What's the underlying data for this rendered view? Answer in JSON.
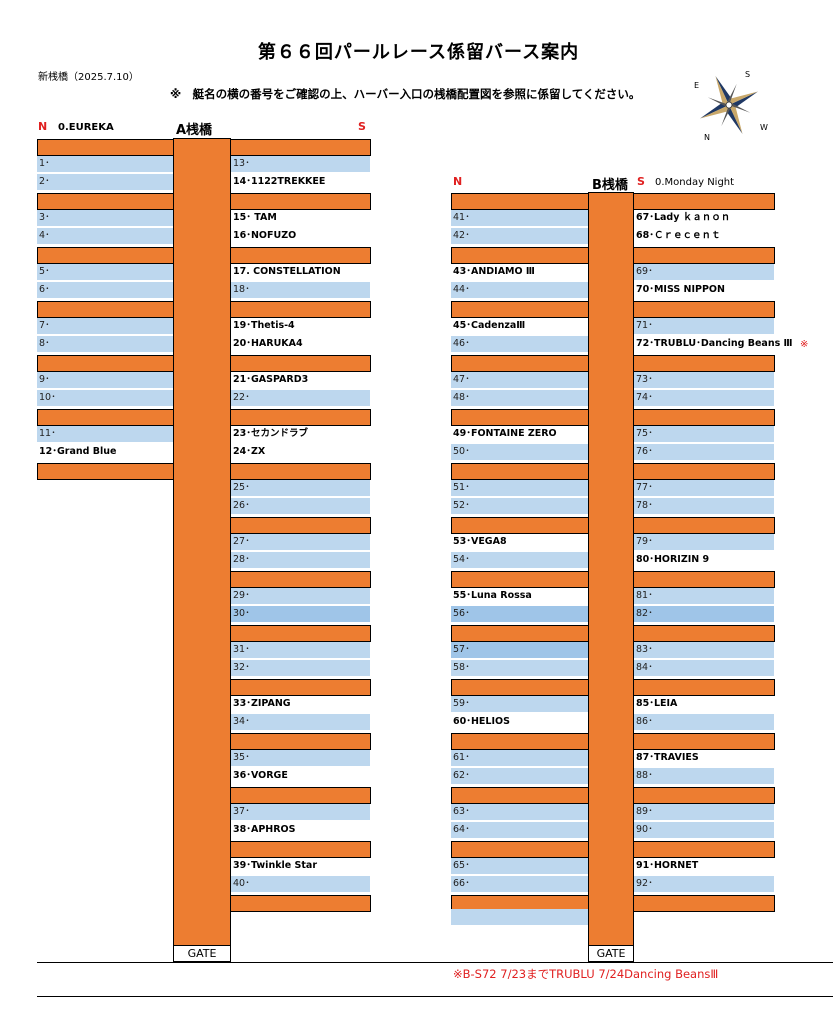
{
  "header": {
    "title": "第６６回パールレース係留バース案内",
    "subdate": "新桟橋（2025.7.10）",
    "note": "※　艇名の横の番号をご確認の上、ハーバー入口の桟橋配置図を参照に係留してください。"
  },
  "compass": {
    "icon": "compass-rose-icon",
    "letters": [
      "E",
      "S",
      "W",
      "N"
    ]
  },
  "pier_a": {
    "label": "A桟橋",
    "north": "N",
    "south": "S",
    "top_slot": "0.EUREKA",
    "gate": "GATE",
    "west_slots": [
      "1･",
      "2･",
      "3･",
      "4･",
      "5･",
      "6･",
      "7･",
      "8･",
      "9･",
      "10･",
      "11･",
      "12･Grand Blue"
    ],
    "east_slots": [
      "13･",
      "14･1122TREKKEE",
      "15･ TAM",
      "16･NOFUZO",
      "17. CONSTELLATION",
      "18･",
      "19･Thetis‐4",
      "20･HARUKA4",
      "21･GASPARD3",
      "22･",
      "23･セカンドラブ",
      "24･ZX",
      "25･",
      "26･",
      "27･",
      "28･",
      "29･",
      "30･",
      "31･",
      "32･",
      "33･ZIPANG",
      "34･",
      "35･",
      "36･VORGE",
      "37･",
      "38･APHROS",
      "39･Twinkle Star",
      "40･"
    ]
  },
  "pier_b": {
    "label": "B桟橋",
    "north": "N",
    "south": "S",
    "top_slot": "0.Monday Night",
    "gate": "GATE",
    "west_slots": [
      "41･",
      "42･",
      "43･ANDIAMO Ⅲ",
      "44･",
      "45･CadenzaⅢ",
      "46･",
      "47･",
      "48･",
      "49･FONTAINE ZERO",
      "50･",
      "51･",
      "52･",
      "53･VEGA8",
      "54･",
      "55･Luna Rossa",
      "56･",
      "57･",
      "58･",
      "59･",
      "60･HELIOS",
      "61･",
      "62･",
      "63･",
      "64･",
      "65･",
      "66･"
    ],
    "east_slots": [
      "67･Lady ｋａｎｏｎ",
      "68･Ｃｒｅｃｅｎｔ",
      "69･",
      "70･MISS NIPPON",
      "71･",
      "72･TRUBLU･Dancing Beans Ⅲ",
      "73･",
      "74･",
      "75･",
      "76･",
      "77･",
      "78･",
      "79･",
      "80･HORIZIN 9",
      "81･",
      "82･",
      "83･",
      "84･",
      "85･LEIA",
      "86･",
      "87･TRAVIES",
      "88･",
      "89･",
      "90･",
      "91･HORNET",
      "92･"
    ],
    "east_note_mark": "※"
  },
  "footnote": "※B-S72  7/23までTRUBLU   7/24Dancing BeansⅢ",
  "colors": {
    "finger": "#ed7d31",
    "slot_vacant": "#bdd7ee",
    "slot_highlight": "#9fc5e8",
    "note_red": "#e02020"
  }
}
